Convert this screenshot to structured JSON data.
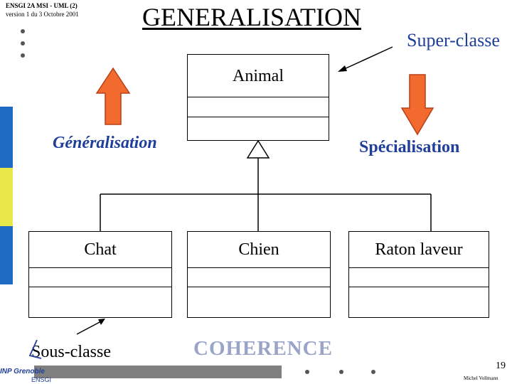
{
  "header": {
    "course_line1_bold": "ENSGI 2A MSI - UML (2)",
    "course_line2": "version 1 du 3 Octobre 2001"
  },
  "title": "GENERALISATION",
  "labels": {
    "super_classe": "Super-classe",
    "generalisation": "Généralisation",
    "specialisation": "Spécialisation",
    "sous_classe": "Sous-classe",
    "coherence": "COHERENCE"
  },
  "classes": {
    "parent": "Animal",
    "children": [
      "Chat",
      "Chien",
      "Raton laveur"
    ]
  },
  "footer": {
    "page_number": "19",
    "author": "Michel Vollmann",
    "logo_text": "INP Grenoble",
    "logo_subtext": "ENSGI"
  },
  "colors": {
    "arrow_fill": "#f26a2e",
    "label_blue": "#1f3f9a",
    "side_blue": "#1f6bc4",
    "side_yellow": "#e8e84a",
    "footer_bar": "#808080",
    "coherence_grey": "#9aa3c8"
  }
}
